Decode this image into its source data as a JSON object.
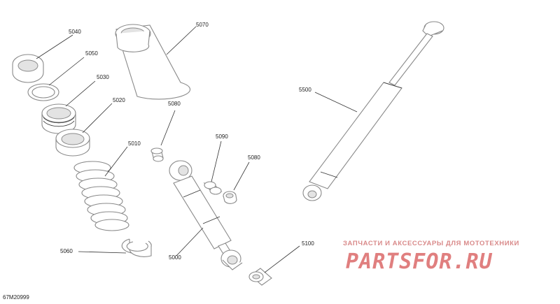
{
  "callouts": {
    "c5040": "5040",
    "c5050": "5050",
    "c5030": "5030",
    "c5020": "5020",
    "c5010": "5010",
    "c5060": "5060",
    "c5070": "5070",
    "c5080a": "5080",
    "c5090": "5090",
    "c5080b": "5080",
    "c5000": "5000",
    "c5100": "5100",
    "c5500": "5500"
  },
  "diagram_id": "67M20999",
  "watermark": {
    "tagline": "ЗАПЧАСТИ И АКСЕССУАРЫ ДЛЯ МОТОТЕХНИКИ",
    "logo_text": "PARTSFOR.RU"
  }
}
